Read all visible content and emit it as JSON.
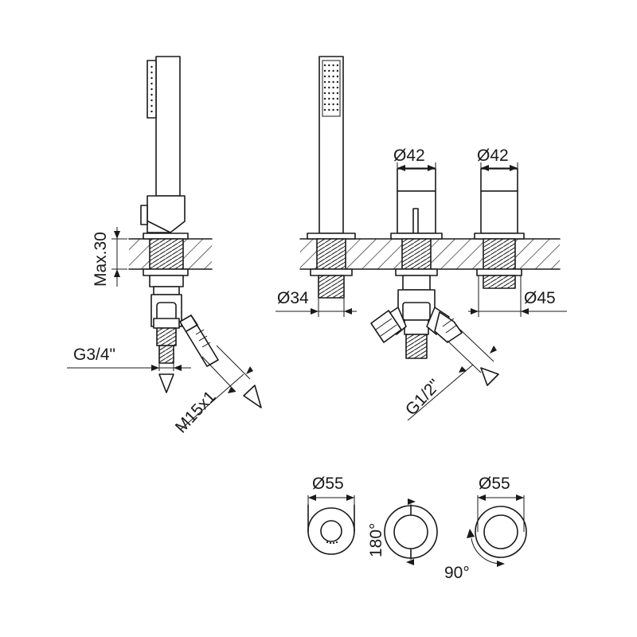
{
  "labels": {
    "max30": "Max.30",
    "g34": "G3/4\"",
    "m15": "M15x1",
    "d34": "Ø34",
    "d42a": "Ø42",
    "d42b": "Ø42",
    "d45": "Ø45",
    "g12": "G1/2\"",
    "d55a": "Ø55",
    "d55b": "Ø55",
    "deg180": "180°",
    "deg90": "90°"
  }
}
